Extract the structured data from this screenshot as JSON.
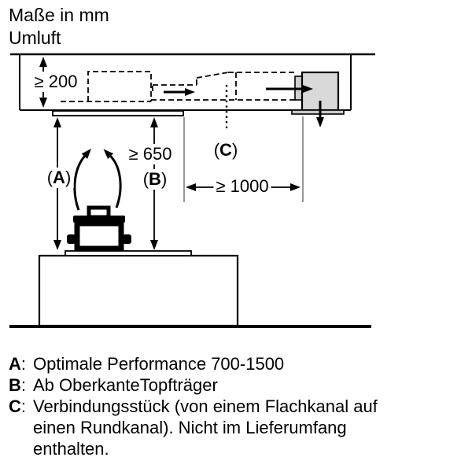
{
  "header": {
    "line1": "Maße in mm",
    "line2": "Umluft"
  },
  "diagram": {
    "dims": {
      "recess": "≥ 200",
      "hood_height": "≥ 650",
      "outlet_distance": "≥ 1000"
    },
    "labels": {
      "a": {
        "open": "(",
        "letter": "A",
        "close": ")"
      },
      "b": {
        "open": "(",
        "letter": "B",
        "close": ")"
      },
      "c": {
        "open": "(",
        "letter": "C",
        "close": ")"
      }
    }
  },
  "legend": {
    "items": [
      {
        "key": "A",
        "sep": ":",
        "text": "Optimale Performance 700-1500"
      },
      {
        "key": "B",
        "sep": ":",
        "text": "Ab OberkanteTopfträger"
      },
      {
        "key": "C",
        "sep": ":",
        "text": "Verbindungsstück (von einem Flachkanal auf einen Rundkanal). Nicht im Lieferumfang enthalten."
      }
    ]
  },
  "colors": {
    "line": "#000000",
    "box_fill": "#d9d9d9",
    "extension_line": "#8c8c8c"
  }
}
